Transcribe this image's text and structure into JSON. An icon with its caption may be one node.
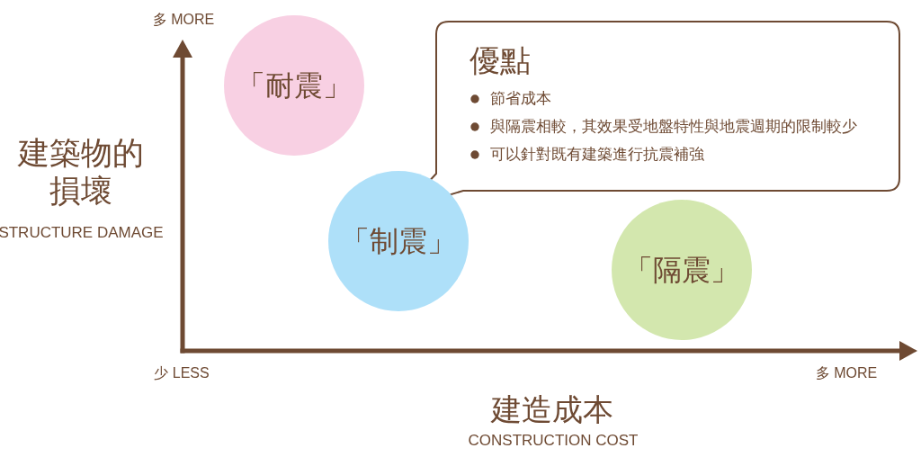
{
  "diagram": {
    "nodes": [
      {
        "text": [
          "「耐震」"
        ]
      },
      {
        "text": [
          "優點",
          "節省成本",
          "與隔震相較，其效果受地盤特性與地震週期的限制較少",
          "可以針對既有建築進行抗震補強"
        ]
      },
      {
        "text": [
          "「制震」"
        ]
      },
      {
        "text": [
          "「隔震」"
        ]
      }
    ],
    "labels": [
      "多 MORE",
      "建築物的損壞",
      "STRUCTURE DAMAGE",
      "少 LESS",
      "多 MORE",
      "建造成本",
      "CONSTRUCTION COST"
    ]
  }
}
